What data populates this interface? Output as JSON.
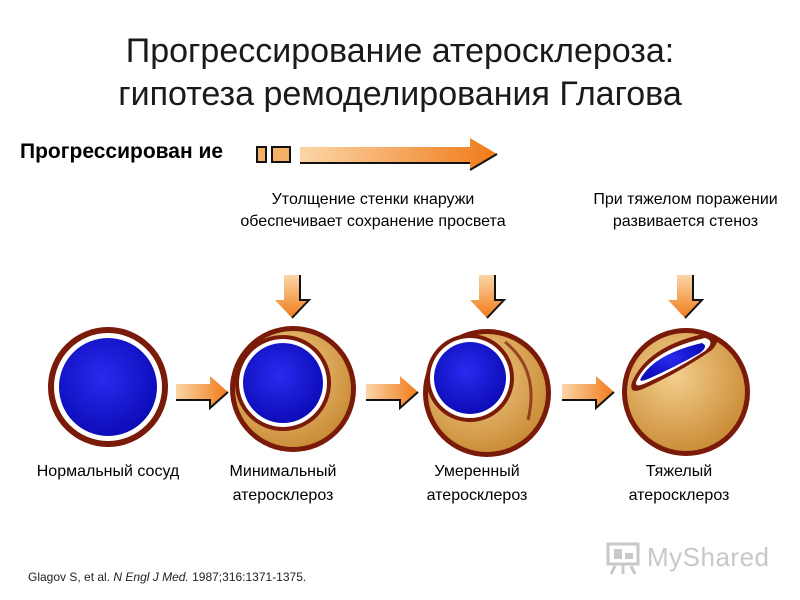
{
  "title": {
    "line1": "Прогрессирование атеросклероза:",
    "line2": "гипотеза ремоделирования Глагова"
  },
  "progress_label": "Прогрессирован ие",
  "captions": {
    "wall_thickening": "Утолщение стенки кнаружи обеспечивает сохранение просвета",
    "severe": "При тяжелом поражении развивается стеноз"
  },
  "stages": [
    {
      "label": "Нормальный сосуд"
    },
    {
      "label": "Минимальный атеросклероз"
    },
    {
      "label": "Умеренный атеросклероз"
    },
    {
      "label": "Тяжелый атеросклероз"
    }
  ],
  "citation": {
    "authors": "Glagov S, et al.",
    "journal": "N Engl J Med.",
    "ref": "1987;316:1371-1375."
  },
  "logo": {
    "text": "MyShared"
  },
  "colors": {
    "lumen": "#1a1ad8",
    "wall": "#7a1a08",
    "plaque": "#d9a04a",
    "arrow": "#f08a28"
  }
}
